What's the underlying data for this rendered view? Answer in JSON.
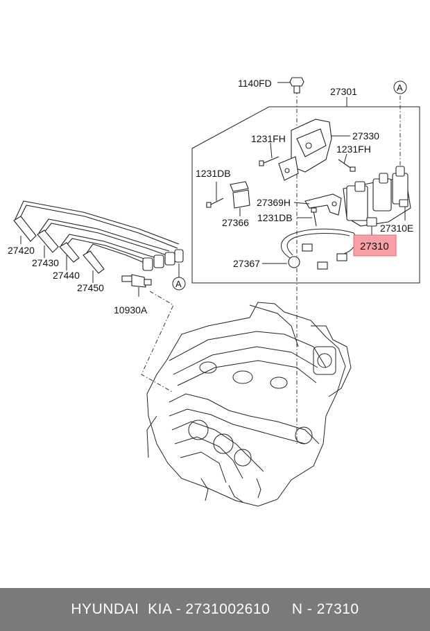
{
  "diagram": {
    "labels": {
      "l1140fd": "1140FD",
      "l27301": "27301",
      "l27330": "27330",
      "l1231fh_a": "1231FH",
      "l1231fh_b": "1231FH",
      "l1231db_a": "1231DB",
      "l27369h": "27369H",
      "l27366": "27366",
      "l1231db_b": "1231DB",
      "l27310e": "27310E",
      "l27310": "27310",
      "l27367": "27367",
      "l27420": "27420",
      "l27430": "27430",
      "l27440": "27440",
      "l27450": "27450",
      "l10930a": "10930A",
      "callout_a_top": "A",
      "callout_a_wire": "A"
    },
    "highlight_color": "#f8a0a6"
  },
  "footer": {
    "text": "HYUNDAI  KIA - 2731002610     N - 27310",
    "background": "#7a7a7a"
  }
}
